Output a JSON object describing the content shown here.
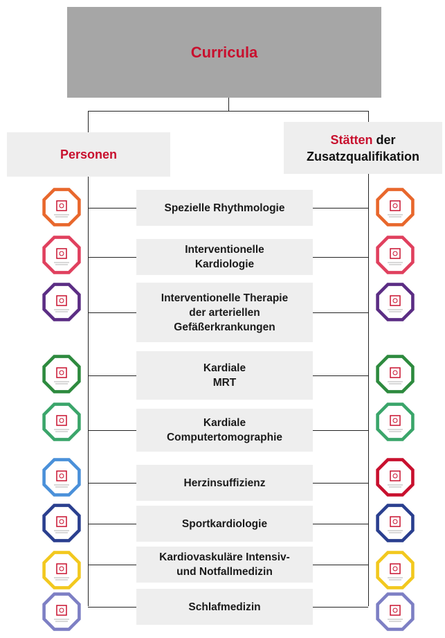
{
  "title": "Curricula",
  "left_header": "Personen",
  "right_header": {
    "accent": "Stätten",
    "rest_line1": " der",
    "line2": "Zusatzqualifikation"
  },
  "items": [
    {
      "label": "Spezielle Rhythmologie",
      "color": "#e8672c"
    },
    {
      "label": "Interventionelle\nKardiologie",
      "color": "#e0405e"
    },
    {
      "label": "Interventionelle Therapie\nder arteriellen\nGefäßerkrankungen",
      "color": "#5b2d84"
    },
    {
      "label": "Kardiale\nMRT",
      "color": "#2d8a3e"
    },
    {
      "label": "Kardiale\nComputertomographie",
      "color": "#3aa56a"
    },
    {
      "label": "Herzinsuffizienz",
      "color": "#4a90d9",
      "right_color": "#c8102e"
    },
    {
      "label": "Sportkardiologie",
      "color": "#2a3f8f"
    },
    {
      "label": "Kardiovaskuläre Intensiv-\nund Notfallmedizin",
      "color": "#f2c81e"
    },
    {
      "label": "Schlafmedizin",
      "color": "#7d7fc4"
    }
  ]
}
